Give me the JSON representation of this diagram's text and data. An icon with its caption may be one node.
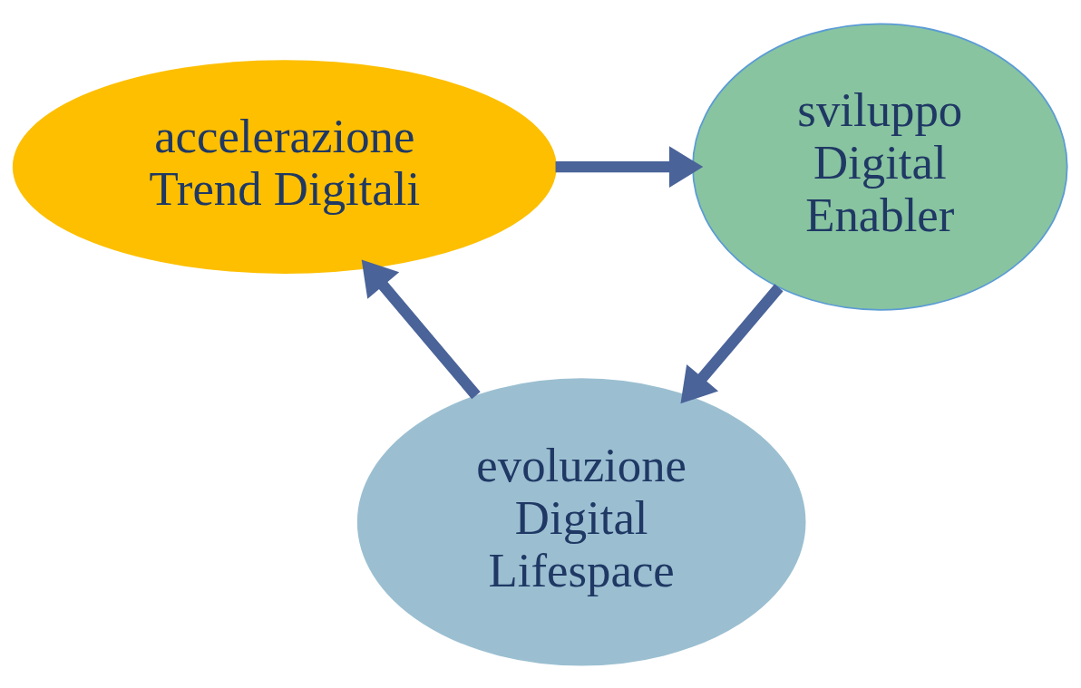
{
  "diagram": {
    "nodes": [
      {
        "text": [
          "sviluppo Digital Enabler"
        ]
      },
      {
        "text": [
          "accelerazione Trend Digitali"
        ]
      },
      {
        "text": [
          "evoluzione Digital Lifespace"
        ]
      }
    ],
    "edges": [
      {
        "from": 1,
        "to": 0,
        "arrow": "to"
      },
      {
        "from": 0,
        "to": 2,
        "arrow": "to"
      },
      {
        "from": 2,
        "to": 1,
        "arrow": "to"
      }
    ]
  }
}
